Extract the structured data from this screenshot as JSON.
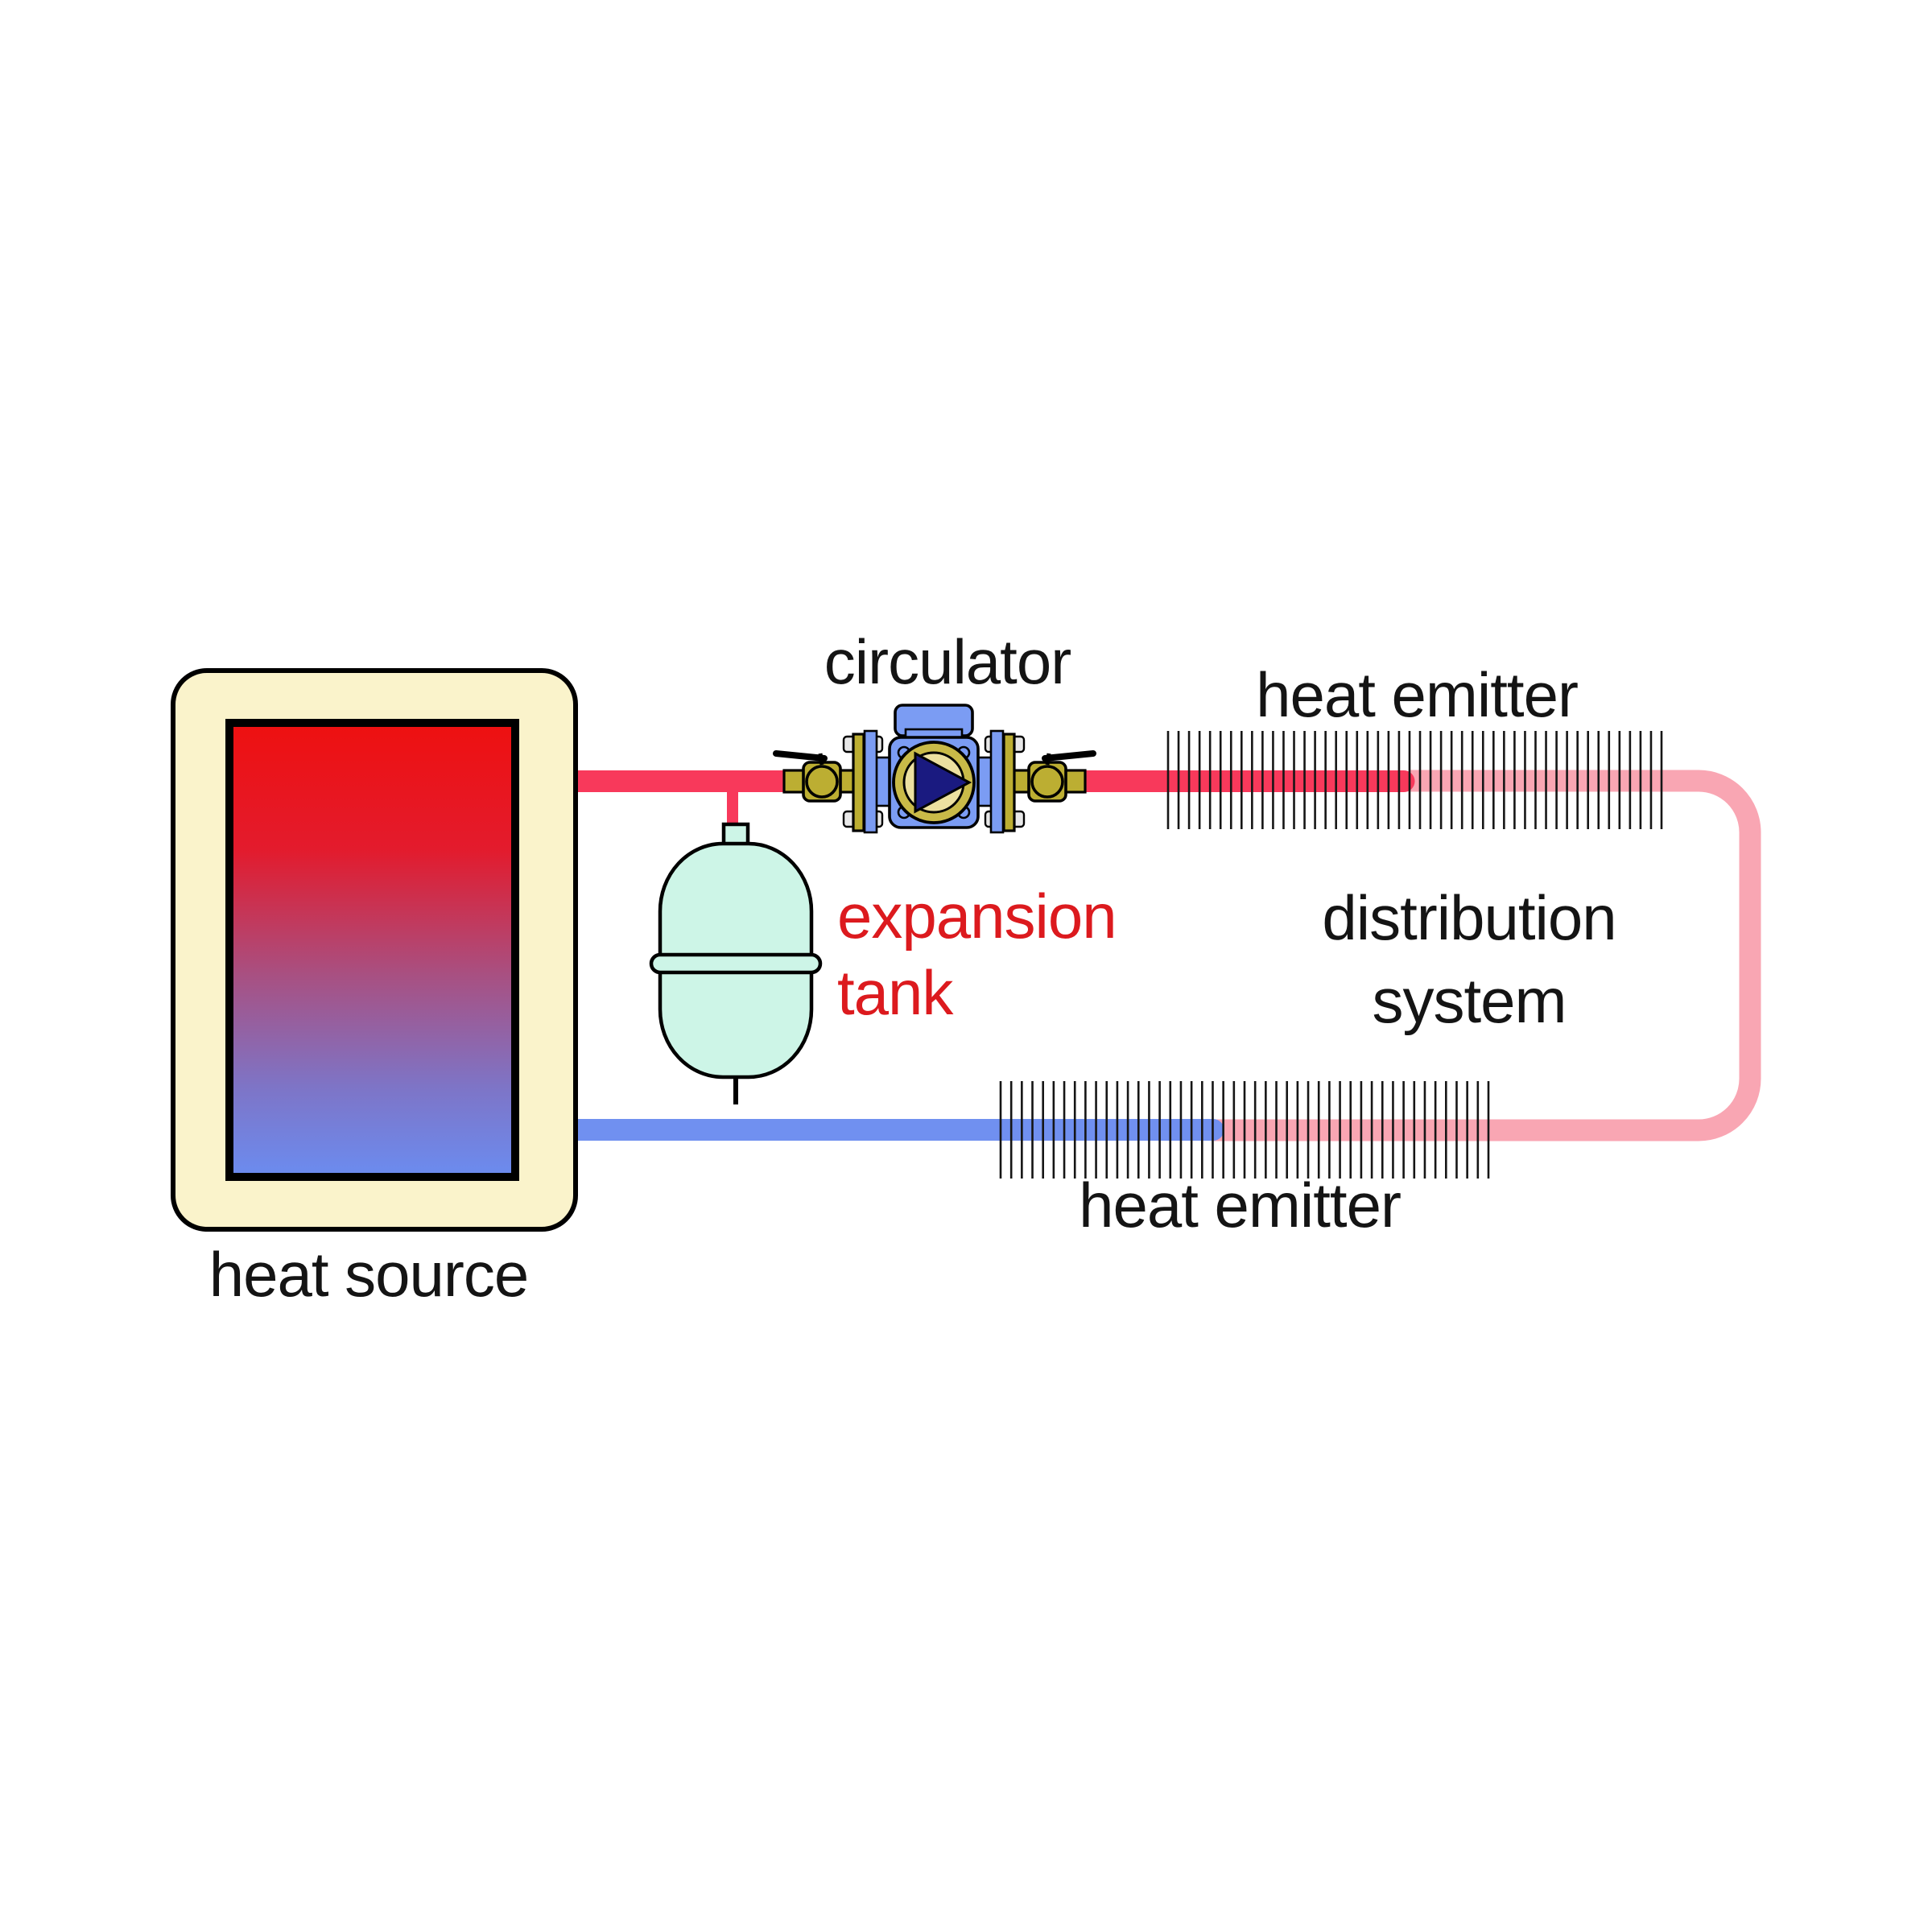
{
  "diagram": {
    "type": "hydronic-heating-system-schematic",
    "labels": {
      "circulator": "circulator",
      "heat_emitter_top": "heat emitter",
      "heat_emitter_bottom": "heat emitter",
      "distribution_line1": "distribution",
      "distribution_line2": "system",
      "expansion_line1": "expansion",
      "expansion_line2": "tank",
      "heat_source": "heat source"
    },
    "components": [
      "heat source",
      "circulator",
      "expansion tank",
      "heat emitter (supply side)",
      "heat emitter (return side)",
      "distribution system loop",
      "ball valve (left)",
      "ball valve (right)"
    ],
    "colors": {
      "supply_pipe_red": "#f8395b",
      "cooled_pipe_pink": "#f9a6b3",
      "return_pipe_blue": "#7090f0",
      "heat_source_shell": "#faf3cb",
      "heat_source_gradient_hot": "#ee1010",
      "heat_source_gradient_cold": "#6b8cf0",
      "expansion_tank_fill": "#cdf5e7",
      "brass": "#bcae32",
      "brass_ring": "#c9ba48",
      "brass_face": "#ece0a0",
      "pump_blue": "#7b9cf3",
      "impeller_navy": "#1a1a80",
      "bolt_silver": "#e8e8e8",
      "label_red": "#dc1a1e",
      "label_black": "#141414"
    }
  }
}
